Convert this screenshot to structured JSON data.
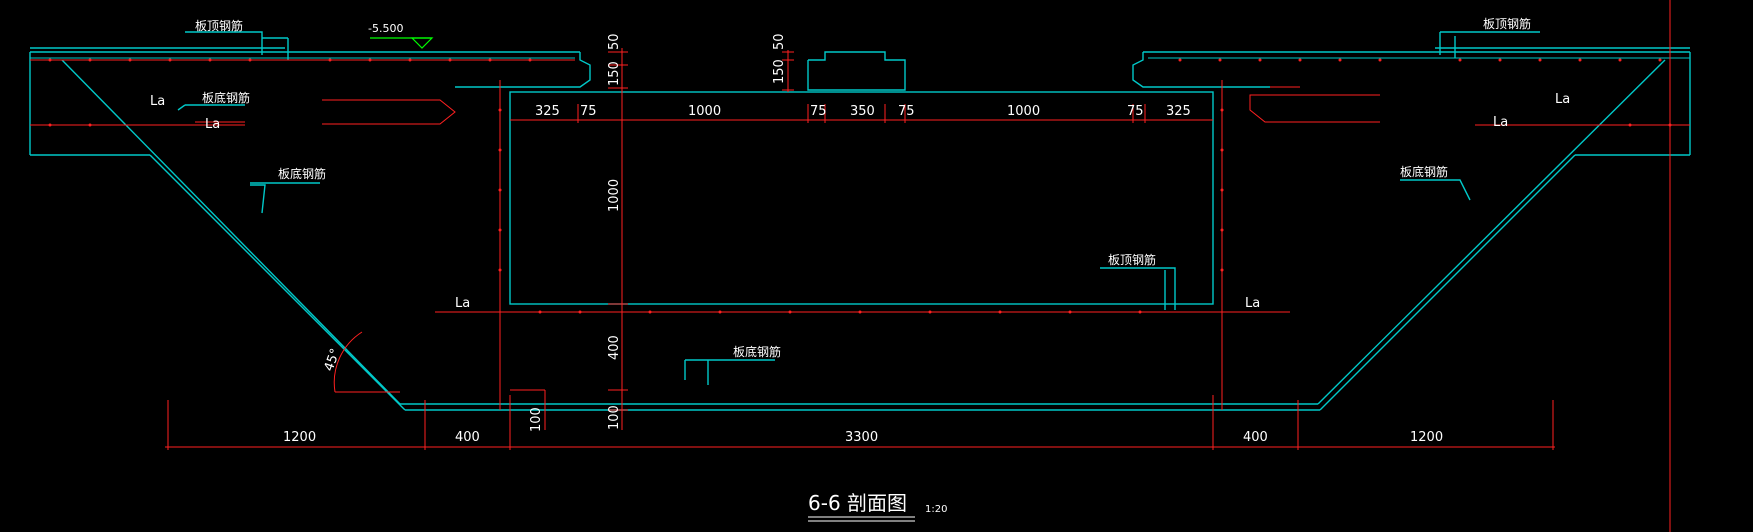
{
  "drawing": {
    "title": "6-6 剖面图",
    "scale": "1:20",
    "elevation": "-5.500",
    "angle": "45°",
    "rebar_top": "板顶钢筋",
    "rebar_bottom": "板底钢筋",
    "anchorage": "La",
    "dims_bottom": [
      "1200",
      "400",
      "3300",
      "400",
      "1200"
    ],
    "dims_top": [
      "325",
      "75",
      "1000",
      "75",
      "350",
      "75",
      "1000",
      "75",
      "325"
    ],
    "dims_vertical": [
      "50",
      "150",
      "1000",
      "400",
      "100"
    ],
    "dims_beam": [
      "50",
      "150"
    ],
    "dim_small": "100"
  },
  "colors": {
    "background": "#000000",
    "outline": "#00c8c8",
    "dimension": "#ff2020",
    "text": "#ffffff",
    "elevation_marker": "#00ff00"
  }
}
